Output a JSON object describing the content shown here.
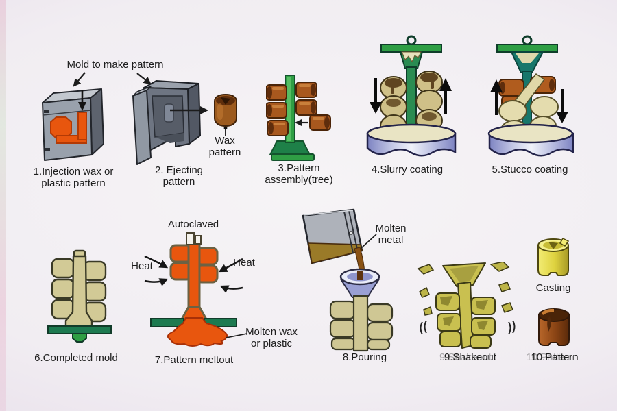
{
  "process": {
    "note_mold": "Mold to make pattern",
    "steps": [
      {
        "num": "1",
        "label_lines": [
          "1.Injection wax or",
          "plastic pattern"
        ]
      },
      {
        "num": "2",
        "label_lines": [
          "2. Ejecting",
          "pattern"
        ]
      },
      {
        "num": "3",
        "label_lines": [
          "3.Pattern",
          "assembly(tree)"
        ]
      },
      {
        "num": "4",
        "label_lines": [
          "4.Slurry coating"
        ]
      },
      {
        "num": "5",
        "label_lines": [
          "5.Stucco coating"
        ]
      },
      {
        "num": "6",
        "label_lines": [
          "6.Completed mold"
        ]
      },
      {
        "num": "7",
        "label_lines": [
          "7.Pattern meltout"
        ]
      },
      {
        "num": "8",
        "label_lines": [
          "8.Pouring"
        ]
      },
      {
        "num": "9",
        "label_lines": [
          "9.Shakeout"
        ]
      },
      {
        "num": "10",
        "label_lines": [
          "10.Pattern"
        ]
      }
    ],
    "callouts": {
      "wax_pattern_line1": "Wax",
      "wax_pattern_line2": "pattern",
      "autoclaved": "Autoclaved",
      "heat_left": "Heat",
      "heat_right": "Heat",
      "molten_wax_line1": "Molten wax",
      "molten_wax_line2": "or plastic",
      "molten_metal_line1": "Molten",
      "molten_metal_line2": "metal",
      "casting": "Casting"
    },
    "colors": {
      "wax_orange": "#e8560e",
      "mold_gray": "#98a0ab",
      "tree_green": "#2f9e44",
      "dip_teal": "#1d7a5a",
      "shell_tan": "#cfc794",
      "tub_blue": "#8a90cc",
      "pattern_brown": "#a0561e",
      "casting_yellow": "#e4dc4e",
      "slurry_cream": "#e7e2bd",
      "label_text": "#1d1d1d"
    }
  }
}
